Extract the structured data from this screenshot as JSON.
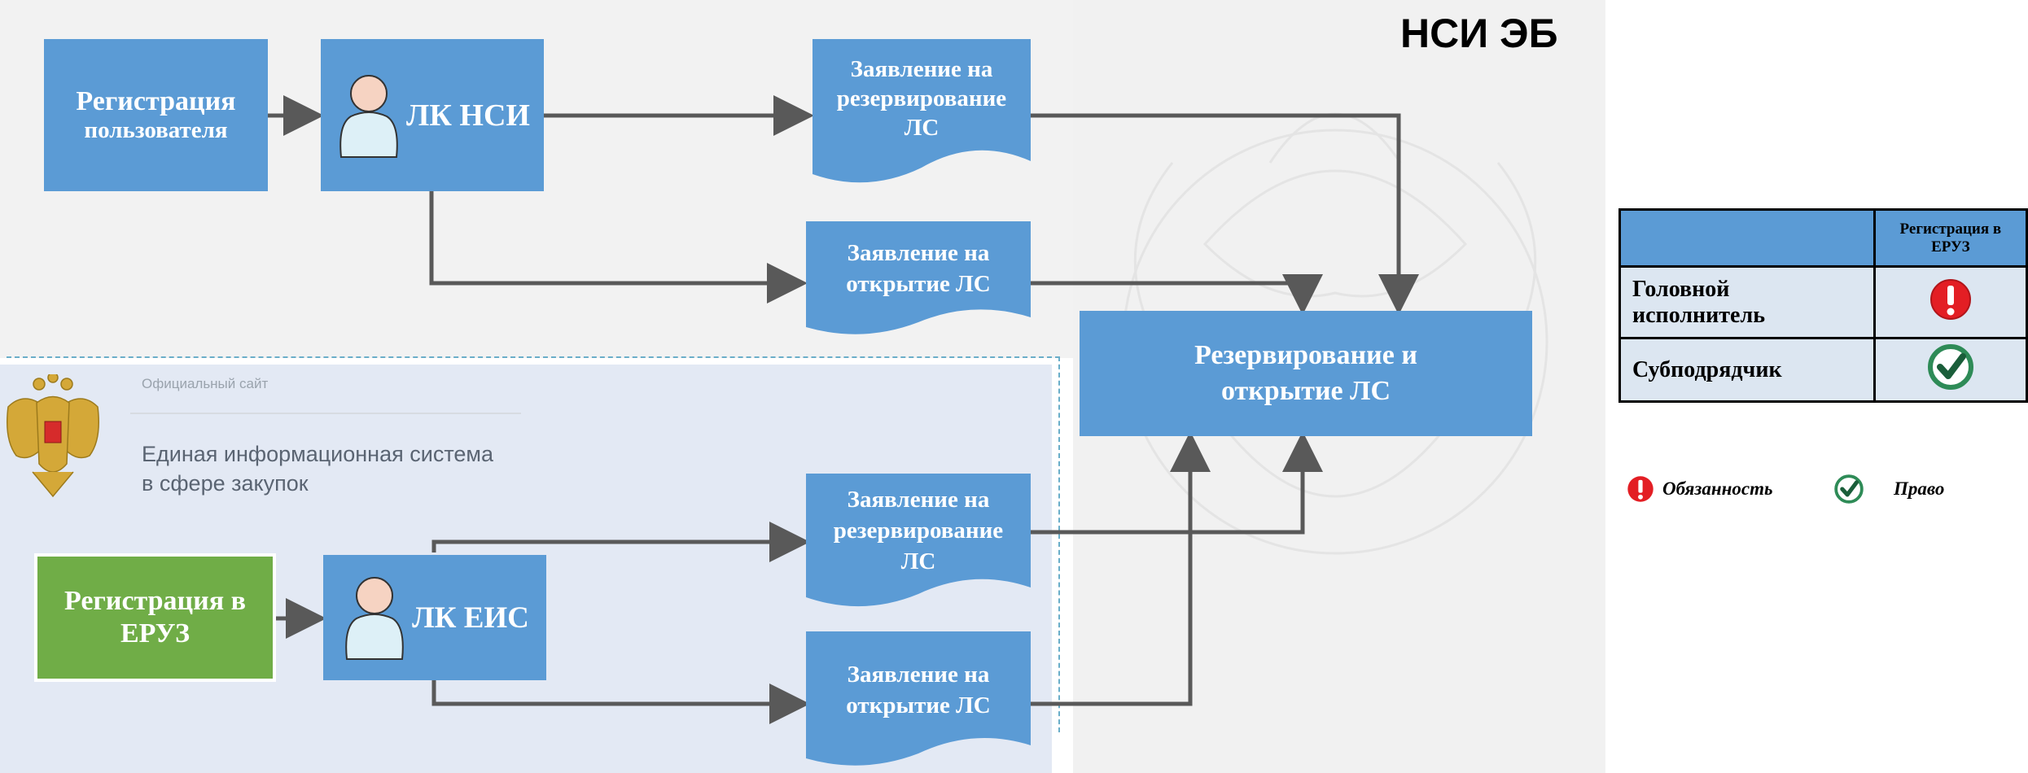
{
  "header": {
    "title": "НСИ ЭБ"
  },
  "eis_site": {
    "subtitle": "Официальный сайт",
    "title_line1": "Единая информационная система",
    "title_line2": "в сфере закупок"
  },
  "nodes": {
    "registration_user": {
      "line1": "Регистрация",
      "line2": "пользователя"
    },
    "lk_nsi": "ЛК НСИ",
    "doc_reserve_top": {
      "line1": "Заявление на",
      "line2": "резервирование",
      "line3": "ЛС"
    },
    "doc_open_top": {
      "line1": "Заявление на",
      "line2": "открытие ЛС"
    },
    "reserve_open": {
      "line1": "Резервирование и",
      "line2": "открытие ЛС"
    },
    "registration_eruz": {
      "line1": "Регистрация в",
      "line2": "ЕРУЗ"
    },
    "lk_eis": "ЛК ЕИС",
    "doc_reserve_bottom": {
      "line1": "Заявление на",
      "line2": "резервирование",
      "line3": "ЛС"
    },
    "doc_open_bottom": {
      "line1": "Заявление на",
      "line2": "открытие ЛС"
    }
  },
  "legend_table": {
    "column_header": "Регистрация в ЕРУЗ",
    "rows": [
      {
        "role_line1": "Головной",
        "role_line2": "исполнитель",
        "status_icon": "exclamation-icon"
      },
      {
        "role_line1": "Субподрядчик",
        "role_line2": "",
        "status_icon": "checkmark-icon"
      }
    ]
  },
  "legend": {
    "obligation": "Обязанность",
    "right": "Право"
  },
  "colors": {
    "box_blue": "#5b9bd5",
    "green": "#70ad47",
    "arrow": "#595959",
    "obligation_red": "#e31e24",
    "right_green": "#2e8b57"
  }
}
